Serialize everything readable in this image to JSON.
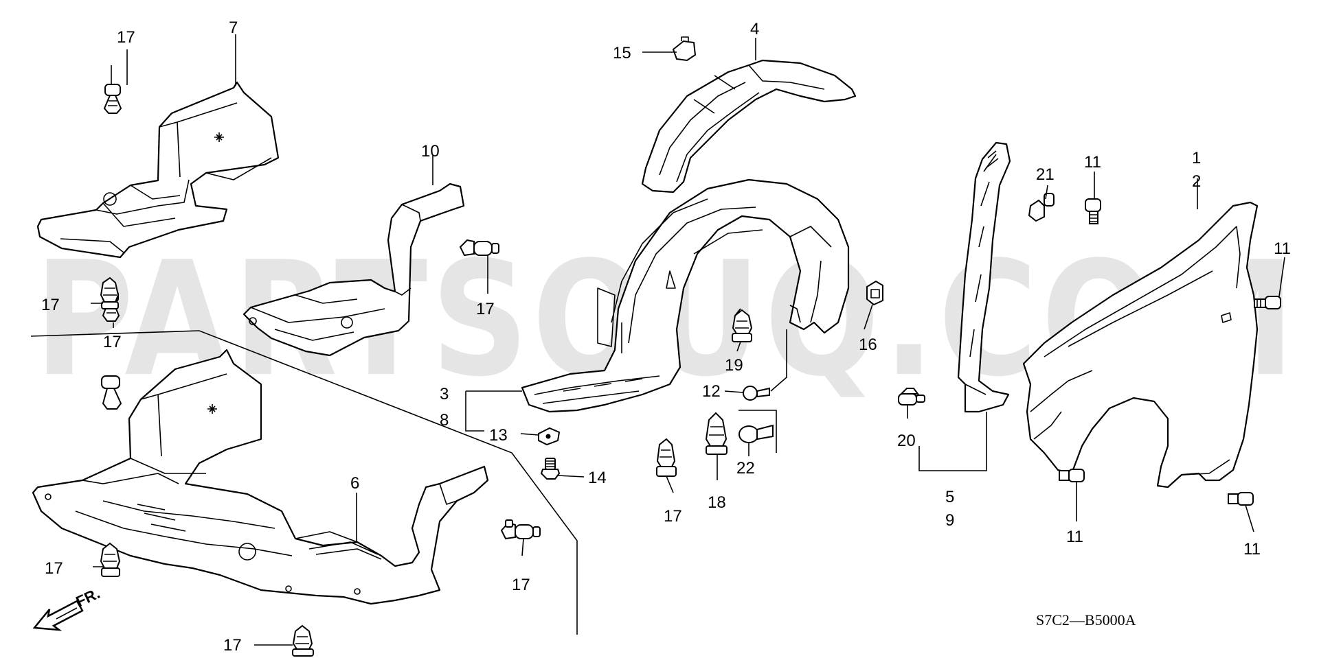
{
  "watermark": "PARTSOUQ.COM",
  "diagram_code": "S7C2—B5000A",
  "direction_label": "FR.",
  "callouts": {
    "c1": "1",
    "c2": "2",
    "c3": "3",
    "c4": "4",
    "c5": "5",
    "c6": "6",
    "c7": "7",
    "c8": "8",
    "c9": "9",
    "c10": "10",
    "c11": "11",
    "c12": "12",
    "c13": "13",
    "c14": "14",
    "c15": "15",
    "c16": "16",
    "c17": "17",
    "c18": "18",
    "c19": "19",
    "c20": "20",
    "c21": "21",
    "c22": "22"
  }
}
